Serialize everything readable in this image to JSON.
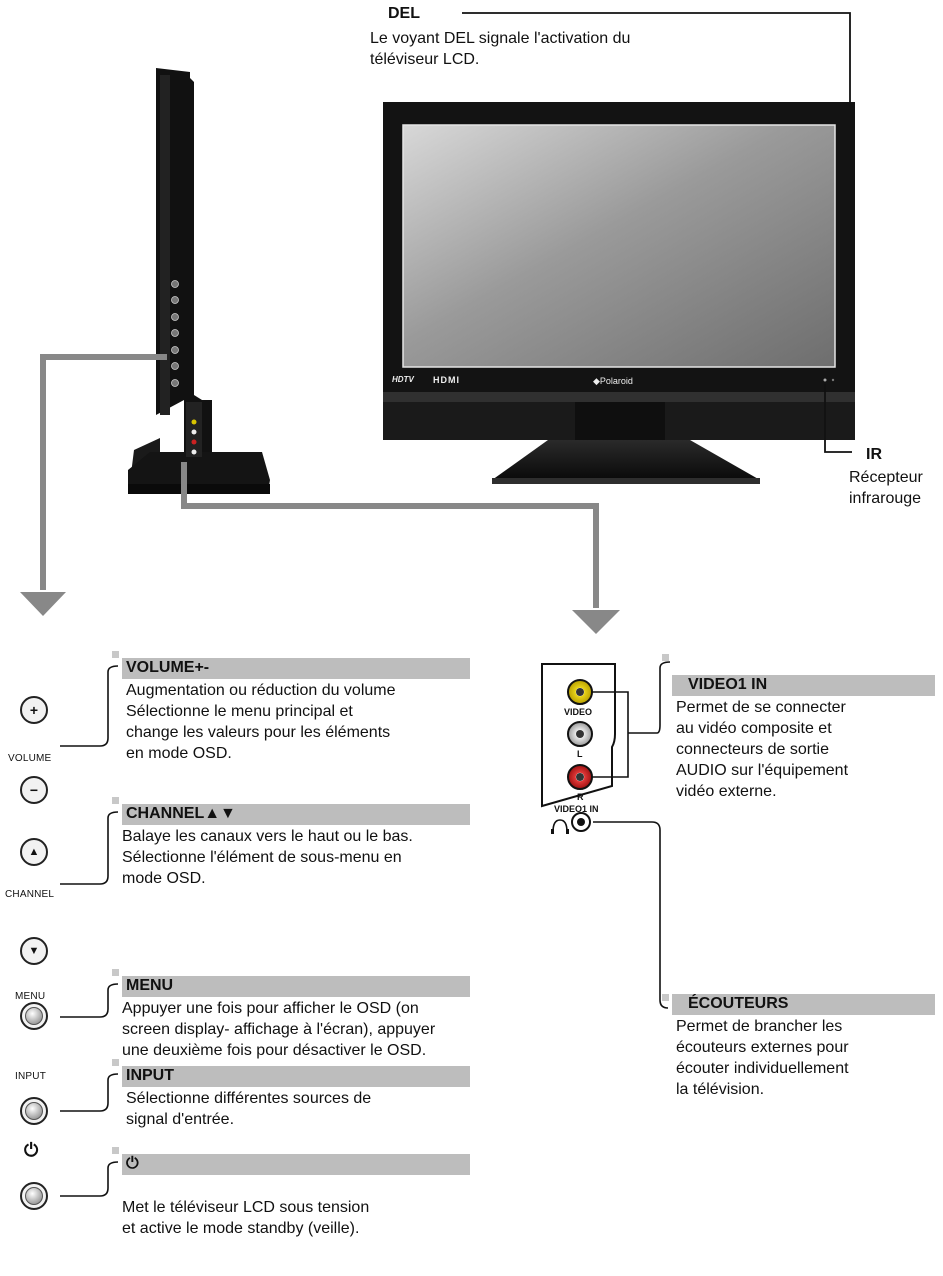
{
  "led": {
    "title": "DEL",
    "desc_line1": "Le voyant DEL signale l'activation du",
    "desc_line2": "téléviseur LCD."
  },
  "ir": {
    "title": "IR",
    "desc_line1": "Récepteur",
    "desc_line2": "infrarouge"
  },
  "tv_brand": "◆Polaroid",
  "tv_logo_hdtv": "HDTV",
  "tv_logo_hdmi": "HDMI",
  "side_panel": {
    "video": "VIDEO",
    "l": "L",
    "r": "R",
    "video1_in": "VIDEO1 IN"
  },
  "volume": {
    "button_label": "VOLUME",
    "title": "VOLUME+-",
    "line1": "Augmentation ou réduction du volume",
    "line2": "Sélectionne le menu principal et",
    "line3": "change les valeurs pour les éléments",
    "line4": "en mode OSD."
  },
  "channel": {
    "button_label": "CHANNEL",
    "title": "CHANNEL▲▼",
    "line1": "Balaye les canaux vers le haut ou le bas.",
    "line2": "Sélectionne l'élément de sous-menu en",
    "line3": "mode OSD."
  },
  "menu": {
    "button_label": "MENU",
    "title": "MENU",
    "line1": "Appuyer une fois pour afficher le OSD (on",
    "line2": "screen display- affichage à l'écran), appuyer",
    "line3": "une deuxième fois pour désactiver le OSD."
  },
  "input": {
    "button_label": "INPUT",
    "title": "INPUT",
    "line1": "Sélectionne différentes sources de",
    "line2": "signal d'entrée."
  },
  "power": {
    "icon": "⏻",
    "title": "⏻",
    "line1": "Met le téléviseur LCD sous tension",
    "line2": "et active le mode standby (veille)."
  },
  "video1in": {
    "title": "VIDEO1 IN",
    "line1": "Permet de se connecter",
    "line2": "au vidéo composite et",
    "line3": "connecteurs de sortie",
    "line4": "AUDIO sur l'équipement",
    "line5": "vidéo externe."
  },
  "ecouteurs": {
    "title": "ÉCOUTEURS",
    "line1": "Permet de brancher les",
    "line2": "écouteurs externes pour",
    "line3": "écouter individuellement",
    "line4": "la télévision."
  }
}
